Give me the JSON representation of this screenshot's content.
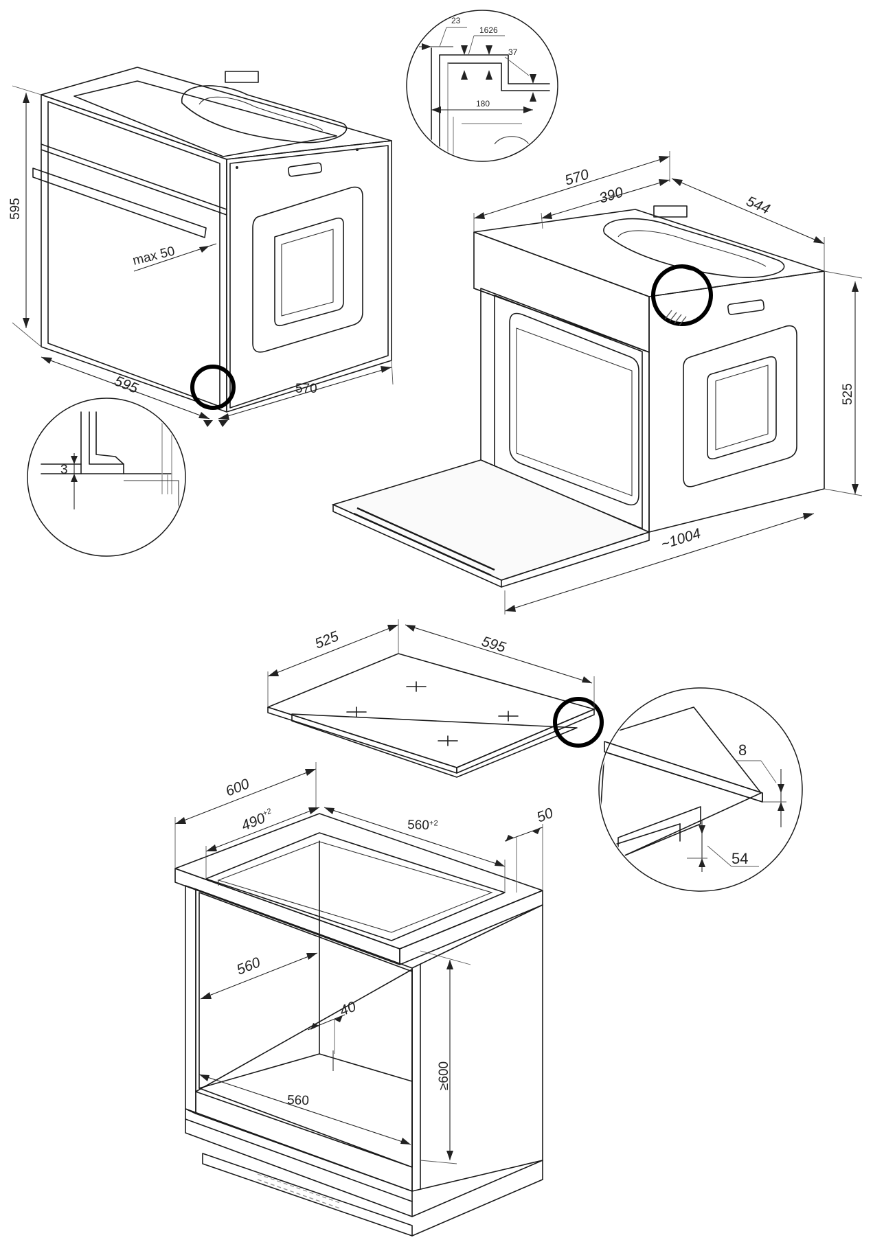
{
  "labels": {
    "oven_height": "595",
    "oven_width": "595",
    "oven_depth": "570",
    "max_gap": "max 50",
    "door_gap": "3",
    "top_23": "23",
    "top_1626": "1626",
    "top_37": "37",
    "top_180": "180",
    "total_depth_570": "570",
    "body_depth_390": "390",
    "width_544": "544",
    "height_525": "525",
    "door_open_depth": "~1004",
    "hob_depth": "525",
    "hob_width": "595",
    "hob_thickness": "8",
    "hob_depth_below": "54",
    "cabinet_depth": "600",
    "cutout_depth": "490",
    "cutout_depth_tol": "+2",
    "cutout_width": "560",
    "cutout_width_tol": "+2",
    "edge_margin": "50",
    "niche_width_top": "560",
    "rear_gap": "40",
    "niche_height": "≥600",
    "niche_width_bottom": "560"
  }
}
